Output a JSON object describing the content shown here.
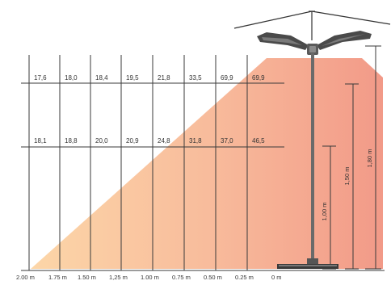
{
  "diagram": {
    "distance_labels": [
      "2.00 m",
      "1.75 m",
      "1.50 m",
      "1,25 m",
      "1.00 m",
      "0.75 m",
      "0.50 m",
      "0.25 m",
      "0 m"
    ],
    "row_upper": [
      "17,6",
      "18,0",
      "18,4",
      "19,5",
      "21,8",
      "33,5",
      "69,9",
      "69,9"
    ],
    "row_lower": [
      "18,1",
      "18,8",
      "20,0",
      "20,9",
      "24,8",
      "31,8",
      "37,0",
      "46,5"
    ],
    "heights": [
      {
        "label": "1,00 m",
        "value_m": 1.0
      },
      {
        "label": "1,50 m",
        "value_m": 1.5
      },
      {
        "label": "1,80 m",
        "value_m": 1.8
      }
    ],
    "colors": {
      "heat_light": "#fbd2a4",
      "heat_mid": "#f8b89c",
      "heat_dark": "#f29d89",
      "lines": "#3a3a3a",
      "heater": "#4a4a4a"
    }
  }
}
